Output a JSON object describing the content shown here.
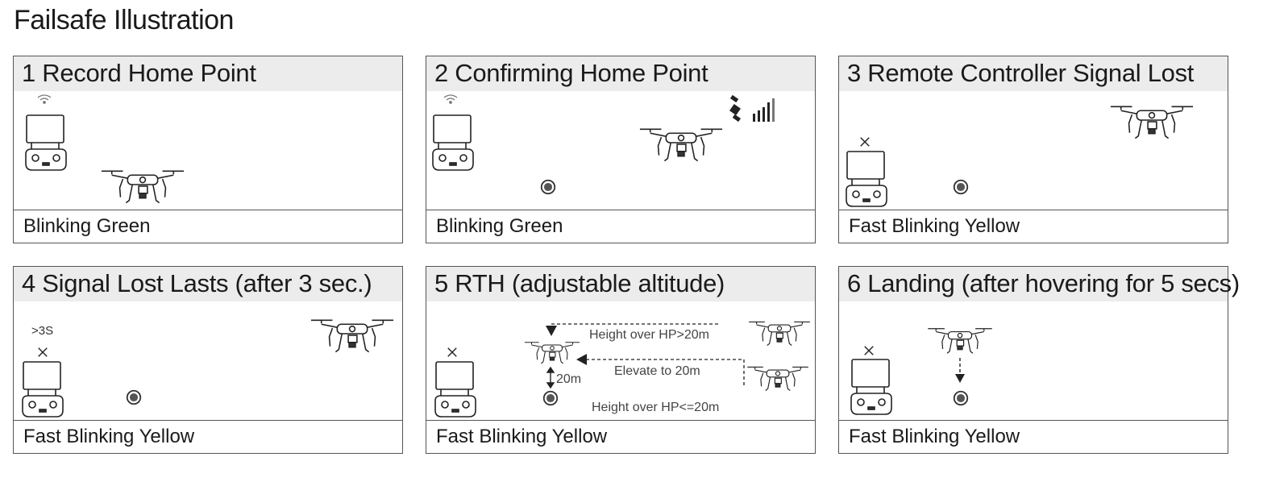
{
  "title": "Failsafe Illustration",
  "panels": [
    {
      "title": "1 Record Home Point",
      "status": "Blinking Green"
    },
    {
      "title": "2 Confirming Home Point",
      "status": "Blinking Green"
    },
    {
      "title": "3 Remote Controller Signal Lost",
      "status": "Fast Blinking Yellow"
    },
    {
      "title": "4 Signal Lost Lasts (after 3 sec.)",
      "status": "Fast Blinking Yellow",
      "timer_label": ">3S"
    },
    {
      "title": "5 RTH (adjustable altitude)",
      "status": "Fast Blinking Yellow",
      "annotations": {
        "high": "Height over HP>20m",
        "elevate": "Elevate to 20m",
        "low": "Height over HP<=20m",
        "alt": "20m"
      }
    },
    {
      "title": "6 Landing (after hovering for 5 secs)",
      "status": "Fast Blinking Yellow"
    }
  ]
}
